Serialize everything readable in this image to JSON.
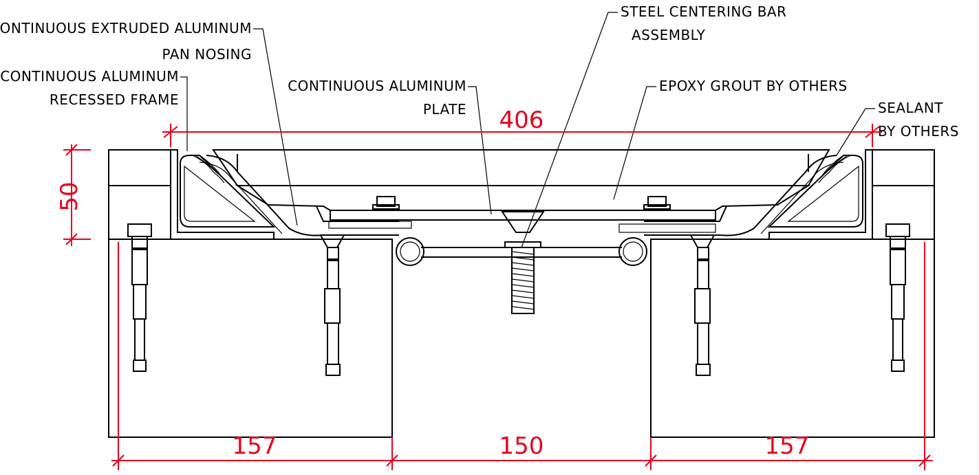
{
  "labels": {
    "pan_nosing_1": "CONTINUOUS EXTRUDED ALUMINUM",
    "pan_nosing_2": "PAN NOSING",
    "frame_1": "CONTINUOUS ALUMINUM",
    "frame_2": "RECESSED FRAME",
    "plate_1": "CONTINUOUS ALUMINUM",
    "plate_2": "PLATE",
    "centering_1": "STEEL CENTERING BAR",
    "centering_2": "ASSEMBLY",
    "grout": "EPOXY GROUT BY OTHERS",
    "sealant_1": "SEALANT",
    "sealant_2": "BY OTHERS"
  },
  "dimensions": {
    "overall_width": "406",
    "height": "50",
    "left_slab": "157",
    "gap": "150",
    "right_slab": "157"
  },
  "colors": {
    "dimension": "#e8001c",
    "line": "#000000"
  }
}
